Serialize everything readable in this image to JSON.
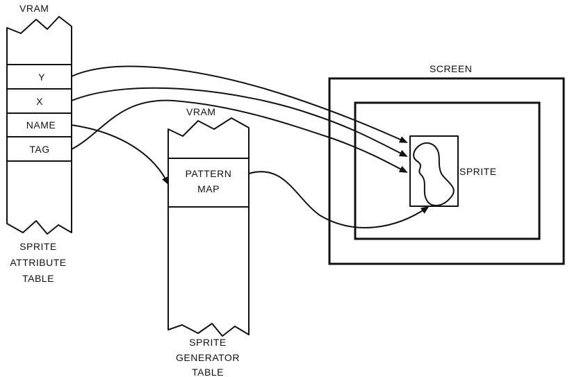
{
  "attribute_table": {
    "header": "VRAM",
    "fields": [
      "Y",
      "X",
      "NAME",
      "TAG"
    ],
    "caption": [
      "SPRITE",
      "ATTRIBUTE",
      "TABLE"
    ]
  },
  "generator_table": {
    "header": "VRAM",
    "entry": [
      "PATTERN",
      "MAP"
    ],
    "caption": [
      "SPRITE",
      "GENERATOR",
      "TABLE"
    ]
  },
  "screen": {
    "label": "SCREEN",
    "sprite_label": "SPRITE"
  },
  "colors": {
    "ink": "#111111",
    "background": "#ffffff"
  }
}
